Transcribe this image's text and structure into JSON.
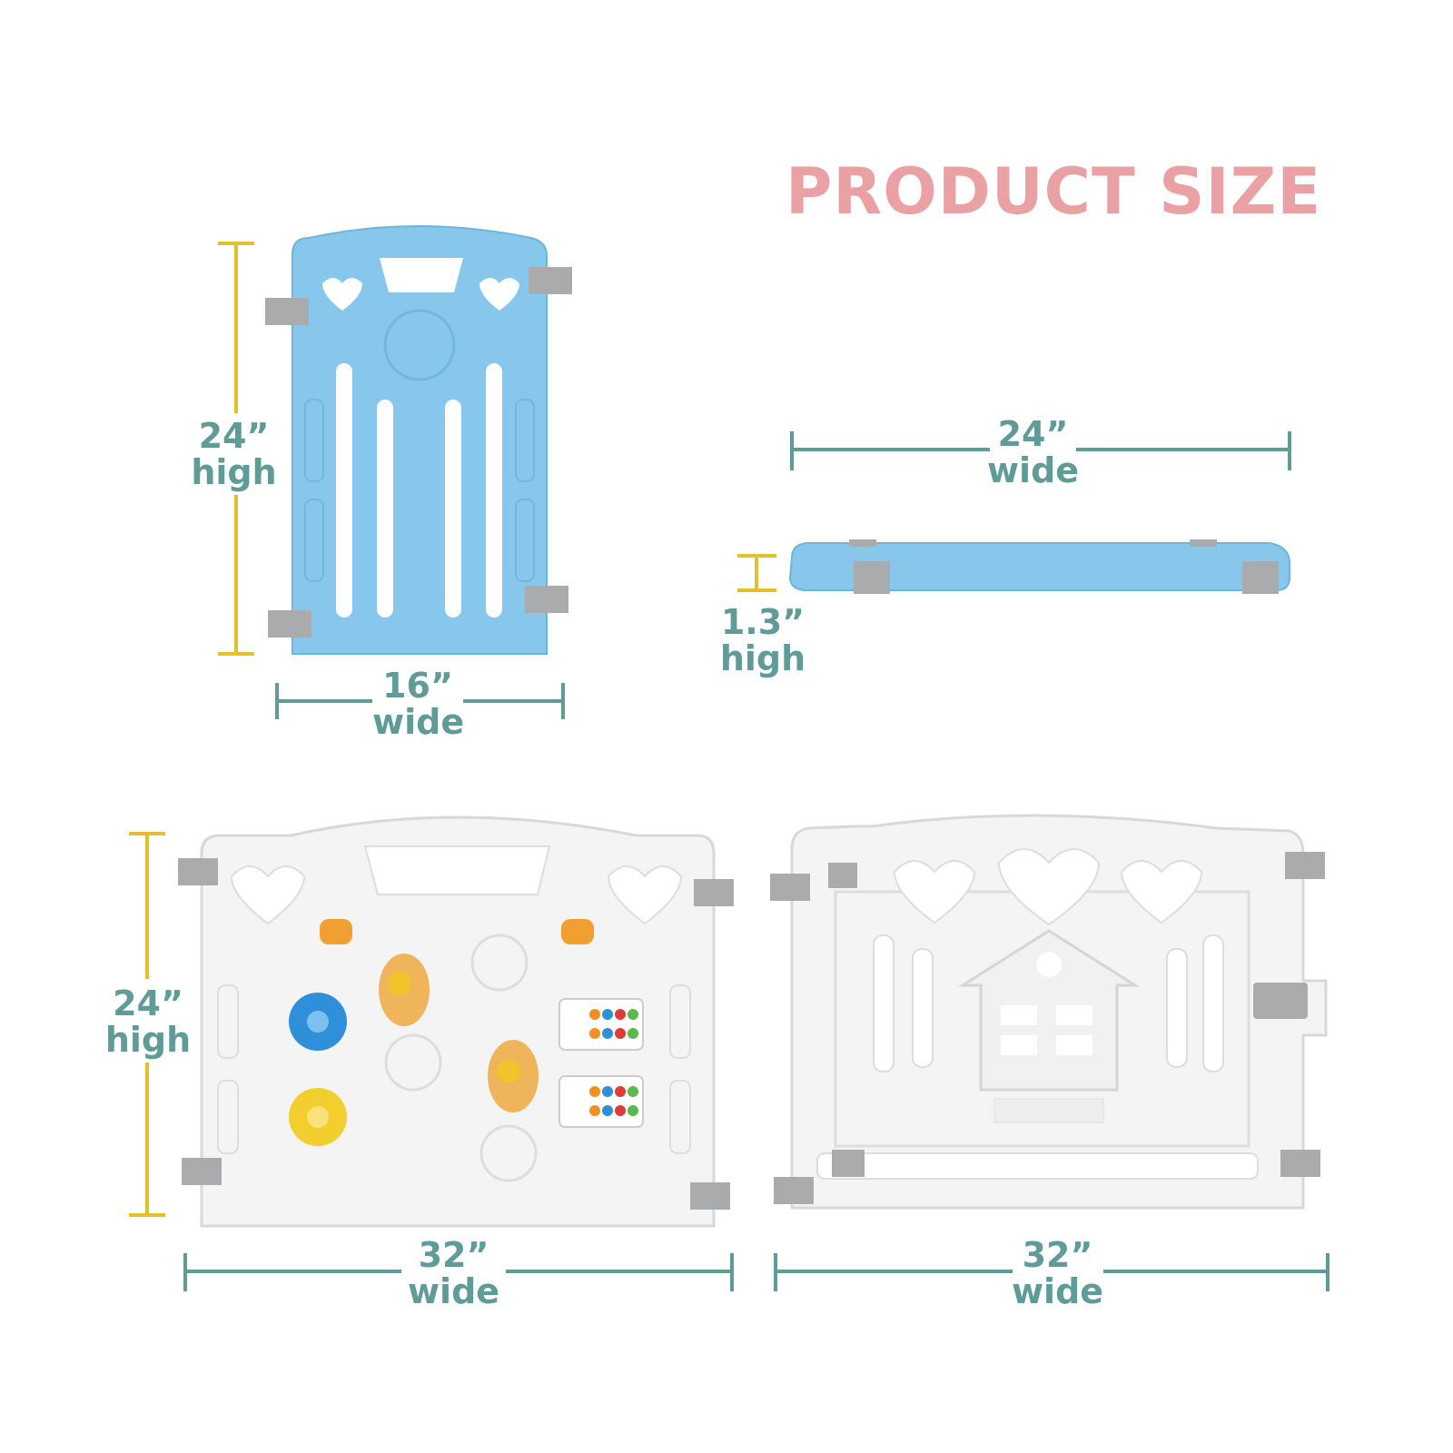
{
  "title": "PRODUCT SIZE",
  "colors": {
    "title": "#e9a1a3",
    "dimension_text": "#5f9c98",
    "height_line": "#e4c02e",
    "width_line": "#5f9c98",
    "blue_panel": "#86c7eb",
    "white_panel": "#f4f4f4",
    "hinge": "#a9abad"
  },
  "panels": {
    "small_panel": {
      "height_value": "24”",
      "height_unit": "high",
      "width_value": "16”",
      "width_unit": "wide"
    },
    "flat_panel": {
      "width_value": "24”",
      "width_unit": "wide",
      "thickness_value": "1.3”",
      "thickness_unit": "high"
    },
    "activity_panel": {
      "height_value": "24”",
      "height_unit": "high",
      "width_value": "32”",
      "width_unit": "wide",
      "icons": [
        "gear-icon",
        "abacus-icon",
        "footprint-icon"
      ]
    },
    "gate_panel": {
      "width_value": "32”",
      "width_unit": "wide",
      "icons": [
        "heart-icon",
        "house-icon",
        "latch-icon"
      ]
    }
  }
}
